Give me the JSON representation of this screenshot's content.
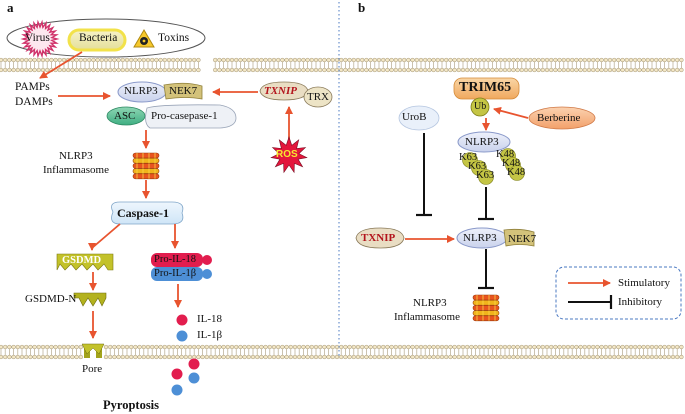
{
  "panel_a": {
    "label": "a",
    "stimuli": {
      "virus": "Virus",
      "bacteria": "Bacteria",
      "toxins": "Toxins"
    },
    "pamps": "PAMPs",
    "damps": "DAMPs",
    "nlrp3": "NLRP3",
    "nek7": "NEK7",
    "asc": "ASC",
    "pro_casepase": "Pro-casepase-1",
    "txnip": "TXNIP",
    "trx": "TRX",
    "ros": "ROS",
    "inflammasome_1": "NLRP3",
    "inflammasome_2": "Inflammasome",
    "caspase": "Caspase-1",
    "gsdmd": "GSDMD",
    "gsdmd_n": "GSDMD-N",
    "pro_il18": "Pro-IL-18",
    "pro_il1b": "Pro-IL-1β",
    "il18": "IL-18",
    "il1b": "IL-1β",
    "pore": "Pore",
    "pyroptosis": "Pyroptosis"
  },
  "panel_b": {
    "label": "b",
    "trim65": "TRIM65",
    "ub": "Ub",
    "berberine": "Berberine",
    "urob": "UroB",
    "nlrp3": "NLRP3",
    "k63_1": "K63",
    "k63_2": "K63",
    "k63_3": "K63",
    "k48_1": "K48",
    "k48_2": "K48",
    "k48_3": "K48",
    "txnip": "TXNIP",
    "nlrp3_2": "NLRP3",
    "nek7": "NEK7",
    "inflammasome_1": "NLRP3",
    "inflammasome_2": "Inflammasome"
  },
  "legend": {
    "stimulatory": "Stimulatory",
    "inhibitory": "Inhibitory"
  },
  "colors": {
    "arrow": "#e8542f",
    "inhibit": "#111111",
    "divider": "#4a78c2"
  }
}
